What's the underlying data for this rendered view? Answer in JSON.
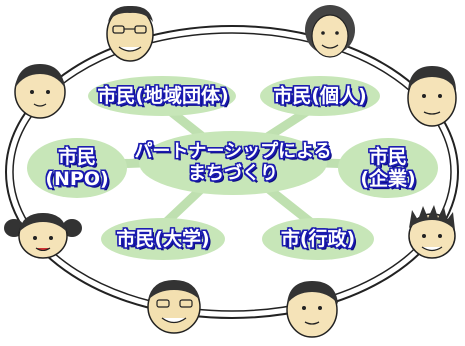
{
  "center": {
    "line1": "パートナーシップによる",
    "line2": "まちづくり"
  },
  "nodes": {
    "community_group": "市民(地域団体)",
    "individual": "市民(個人)",
    "npo_line1": "市民",
    "npo_line2": "(NPO)",
    "company_line1": "市民",
    "company_line2": "(企業)",
    "university": "市民(大学)",
    "city_government": "市(行政)"
  },
  "colors": {
    "spoke_green": "#bfe0b0",
    "ellipse_green": "#c7e6b8",
    "label_fill": "#ffffff",
    "label_outline": "#1a1ab0",
    "ring_line": "#222222"
  }
}
